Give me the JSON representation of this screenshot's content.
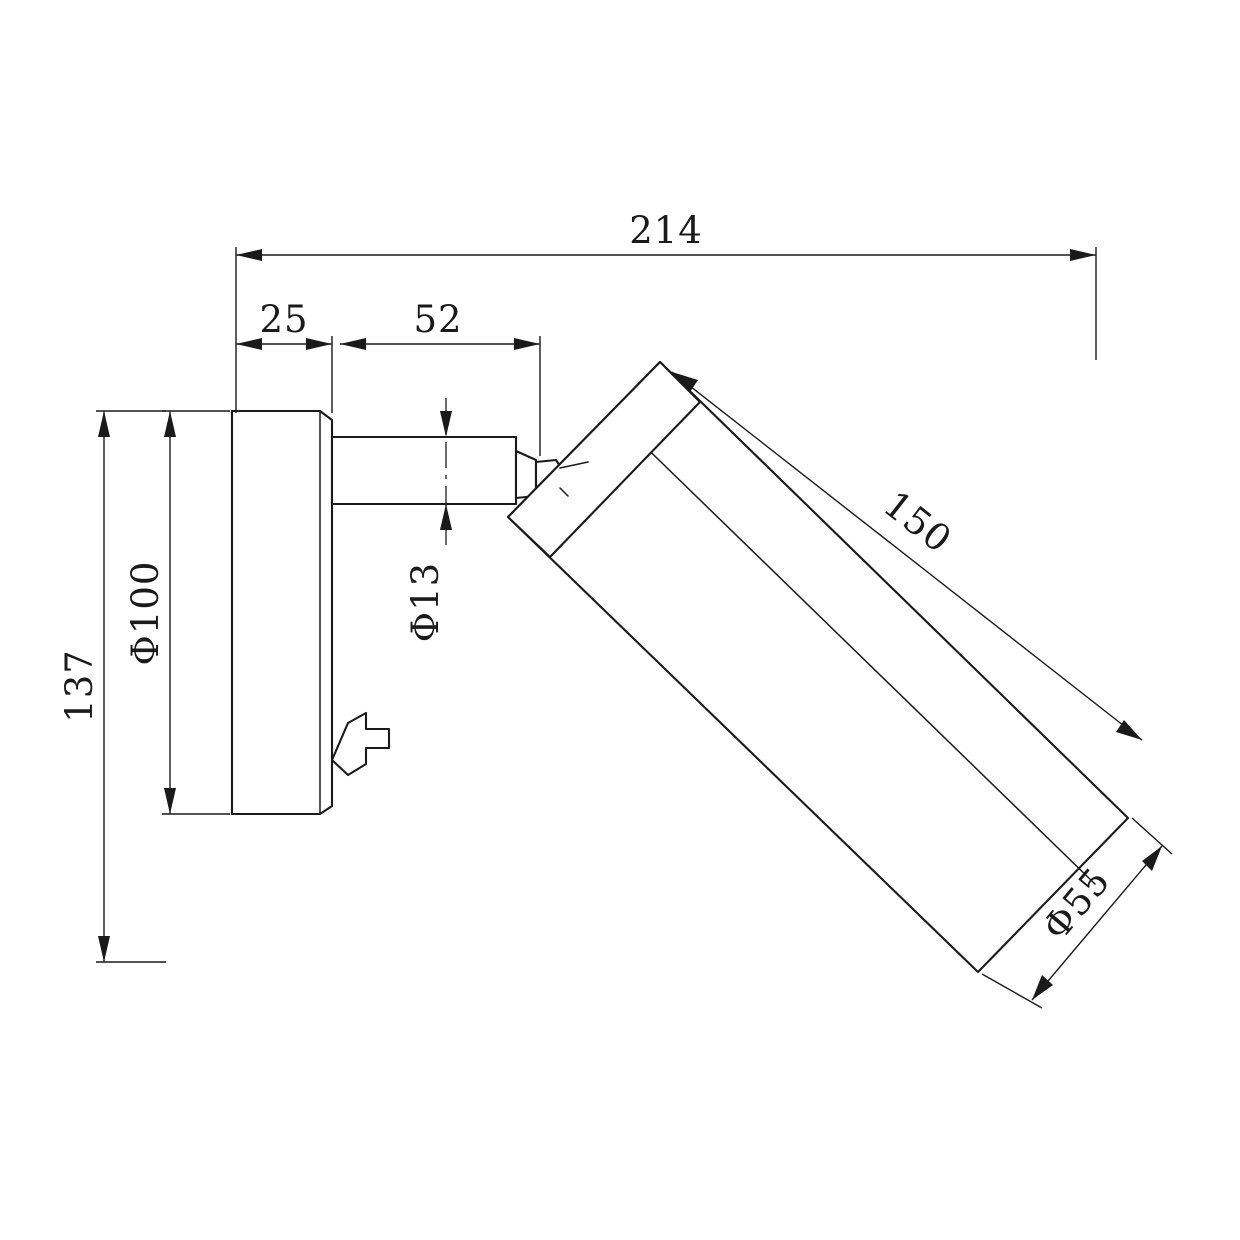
{
  "drawing": {
    "title": "Wall spotlight technical dimension drawing",
    "units": "mm",
    "background_color": "#ffffff",
    "line_color": "#1a1a1a",
    "dimensions": {
      "overall_length": "214",
      "backplate_depth": "25",
      "arm_length": "52",
      "arm_diameter": "Φ13",
      "backplate_diameter": "Φ100",
      "overall_height": "137",
      "head_length": "150",
      "head_diameter": "Φ55"
    }
  }
}
